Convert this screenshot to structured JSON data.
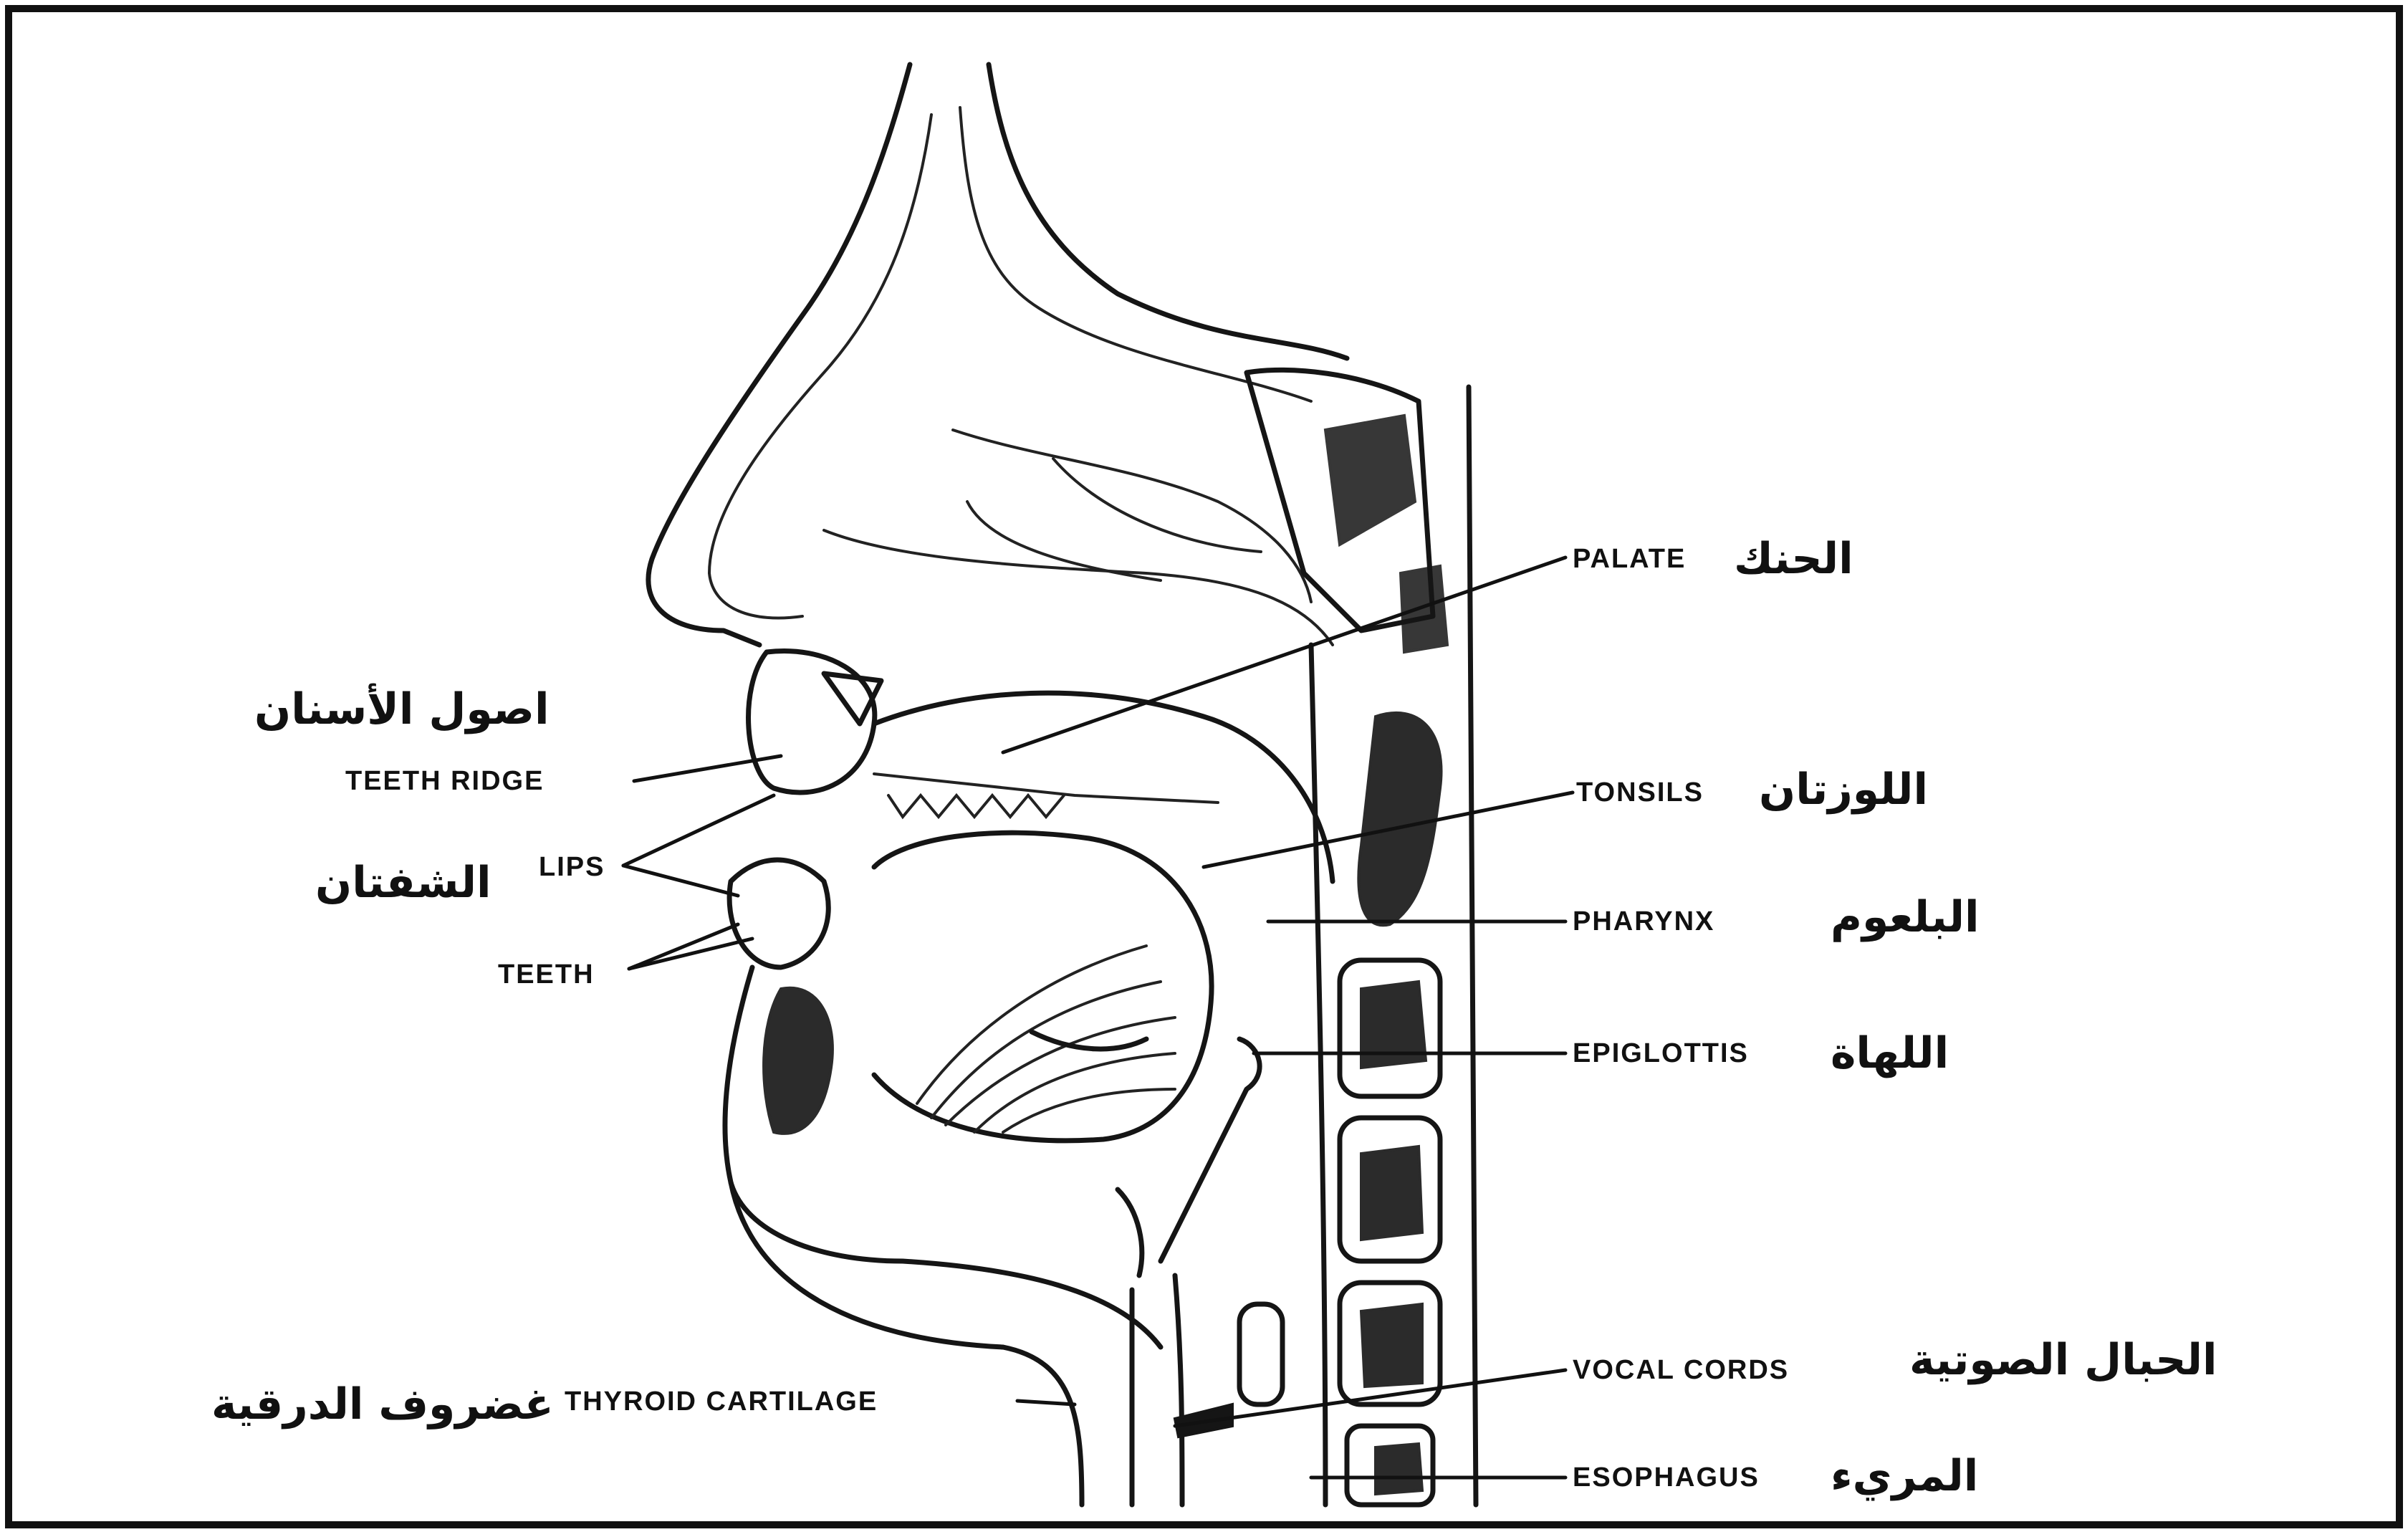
{
  "labels": {
    "palate": {
      "en": "PALATE",
      "ar": "الحنك"
    },
    "teeth_ridge": {
      "en": "TEETH RIDGE",
      "ar": "اصول الأسنان"
    },
    "tonsils": {
      "en": "TONSILS",
      "ar": "اللوزتان"
    },
    "lips": {
      "en": "LIPS",
      "ar": "الشفتان"
    },
    "pharynx": {
      "en": "PHARYNX",
      "ar": "البلعوم"
    },
    "teeth": {
      "en": "TEETH"
    },
    "epiglottis": {
      "en": "EPIGLOTTIS",
      "ar": "اللهاة"
    },
    "vocal_cords": {
      "en": "VOCAL CORDS",
      "ar": "الحبال الصوتية"
    },
    "thyroid_cartilage": {
      "en": "THYROID CARTILAGE",
      "ar": "غضروف الدرقية"
    },
    "esophagus": {
      "en": "ESOPHAGUS",
      "ar": "المريء"
    }
  }
}
